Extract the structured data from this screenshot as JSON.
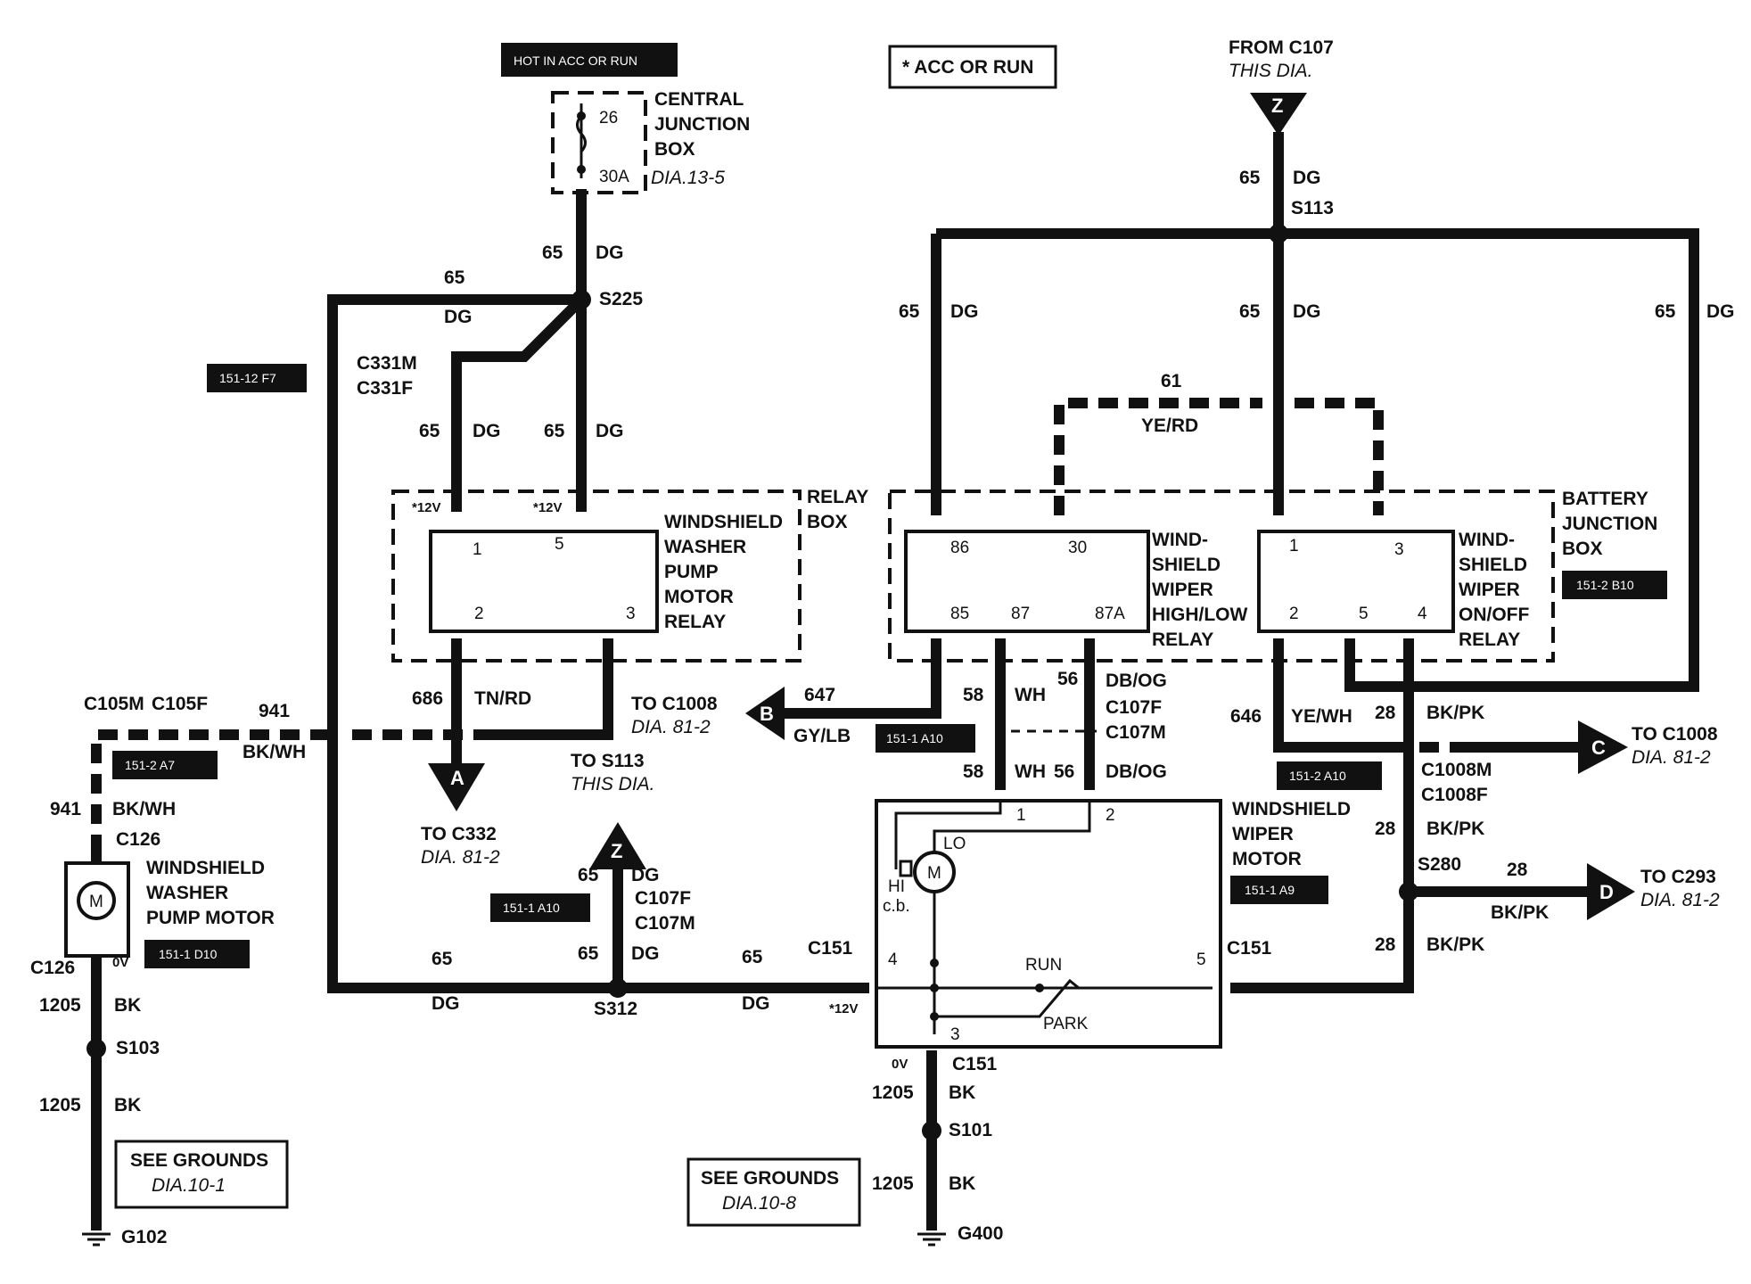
{
  "labels": {
    "hot_in_acc": "HOT IN ACC OR RUN",
    "acc_or_run": "* ACC OR RUN",
    "from_c107": "FROM C107",
    "this_dia": "THIS DIA.",
    "central_junction": [
      "CENTRAL",
      "JUNCTION",
      "BOX"
    ],
    "dia_13_5": "DIA.13-5",
    "fuse_pin": "26",
    "fuse_rating": "30A",
    "relay_box": [
      "RELAY",
      "BOX"
    ],
    "battery_junction": [
      "BATTERY",
      "JUNCTION",
      "BOX"
    ],
    "washer_relay": [
      "WINDSHIELD",
      "WASHER",
      "PUMP",
      "MOTOR",
      "RELAY"
    ],
    "hilo_relay": [
      "WIND-",
      "SHIELD",
      "WIPER",
      "HIGH/LOW",
      "RELAY"
    ],
    "onoff_relay": [
      "WIND-",
      "SHIELD",
      "WIPER",
      "ON/OFF",
      "RELAY"
    ],
    "wiper_motor": [
      "WINDSHIELD",
      "WIPER",
      "MOTOR"
    ],
    "washer_motor": [
      "WINDSHIELD",
      "WASHER",
      "PUMP MOTOR"
    ],
    "see_grounds_1": [
      "SEE GROUNDS",
      "DIA.10-1"
    ],
    "see_grounds_2": [
      "SEE GROUNDS",
      "DIA.10-8"
    ],
    "to_c332": [
      "TO C332",
      "DIA. 81-2"
    ],
    "to_s113": [
      "TO S113",
      "THIS DIA."
    ],
    "to_c1008_b": [
      "TO C1008",
      "DIA. 81-2"
    ],
    "to_c1008_c": [
      "TO C1008",
      "DIA. 81-2"
    ],
    "to_c293": [
      "TO C293",
      "DIA. 81-2"
    ],
    "v12": "*12V",
    "v0": "0V",
    "run": "RUN",
    "park": "PARK",
    "hi": "HI",
    "lo": "LO",
    "cb": "c.b.",
    "m": "M"
  },
  "tags": {
    "t_151_12_f7": "151-12 F7",
    "t_151_2_a7": "151-2 A7",
    "t_151_1_d10": "151-1 D10",
    "t_151_1_a10_a": "151-1 A10",
    "t_151_1_a10_b": "151-1 A10",
    "t_151_2_a10": "151-2 A10",
    "t_151_1_a9": "151-1 A9",
    "t_151_2_b10": "151-2 B10"
  },
  "arrows": {
    "a": "A",
    "b": "B",
    "c": "C",
    "d": "D",
    "z_top": "Z",
    "z_up": "Z"
  },
  "splices": {
    "s113": "S113",
    "s225": "S225",
    "s312": "S312",
    "s103": "S103",
    "s101": "S101",
    "s280": "S280"
  },
  "grounds": {
    "g102": "G102",
    "g400": "G400"
  },
  "connectors": {
    "c331m": "C331M",
    "c331f": "C331F",
    "c105m": "C105M",
    "c105f": "C105F",
    "c126_top": "C126",
    "c126_bot": "C126",
    "c107f_a": "C107F",
    "c107m_a": "C107M",
    "c107f_b": "C107F",
    "c107m_b": "C107M",
    "c151_a": "C151",
    "c151_b": "C151",
    "c151_c": "C151",
    "c1008m": "C1008M",
    "c1008f": "C1008F"
  },
  "wires": {
    "w65": "65",
    "dg": "DG",
    "w61": "61",
    "yerd": "YE/RD",
    "w686": "686",
    "tnrd": "TN/RD",
    "w647": "647",
    "gylb": "GY/LB",
    "w58": "58",
    "wh": "WH",
    "w56": "56",
    "dbog": "DB/OG",
    "w646": "646",
    "yewh": "YE/WH",
    "w28": "28",
    "bkpk": "BK/PK",
    "w941": "941",
    "bkwh": "BK/WH",
    "w1205": "1205",
    "bk": "BK"
  },
  "pins": {
    "p1": "1",
    "p2": "2",
    "p3": "3",
    "p4": "4",
    "p5": "5",
    "p85": "85",
    "p86": "86",
    "p87": "87",
    "p87a": "87A",
    "p30": "30"
  }
}
